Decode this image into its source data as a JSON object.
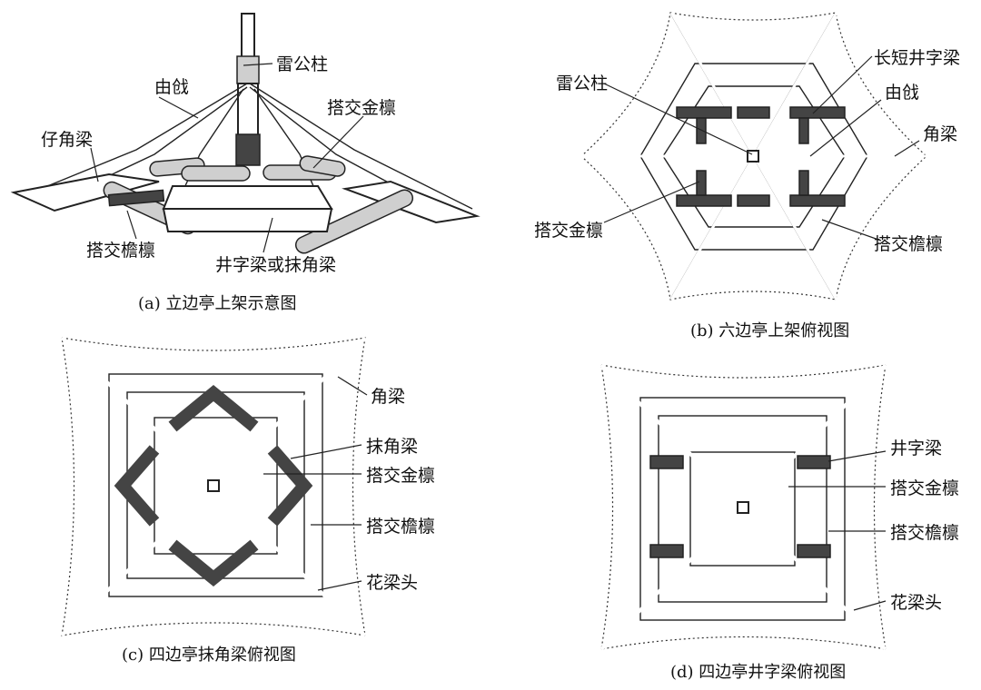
{
  "panel_a": {
    "caption": "(a) 立边亭上架示意图",
    "labels": {
      "leigongzhu": "雷公柱",
      "youqiang": "由戗",
      "zijiaoliang": "仔角梁",
      "dajiaojinlin": "搭交金檩",
      "dajiaoyanlin": "搭交檐檩",
      "jingziliang": "井字梁或抹角梁"
    }
  },
  "panel_b": {
    "caption": "(b) 六边亭上架俯视图",
    "labels": {
      "leigongzhu": "雷公柱",
      "changduan": "长短井字梁",
      "youqiang": "由戗",
      "jiaoliang": "角梁",
      "dajiaojinlin": "搭交金檩",
      "dajiaoyanlin": "搭交檐檩"
    }
  },
  "panel_c": {
    "caption": "(c) 四边亭抹角梁俯视图",
    "labels": {
      "jiaoliang": "角梁",
      "mojiaoliang": "抹角梁",
      "dajiaojinlin": "搭交金檩",
      "dajiaoyanlin": "搭交檐檩",
      "hualiangtou": "花梁头"
    }
  },
  "panel_d": {
    "caption": "(d) 四边亭井字梁俯视图",
    "labels": {
      "jingziliang": "井字梁",
      "dajiaojinlin": "搭交金檩",
      "dajiaoyanlin": "搭交檐檩",
      "hualiangtou": "花梁头"
    }
  }
}
